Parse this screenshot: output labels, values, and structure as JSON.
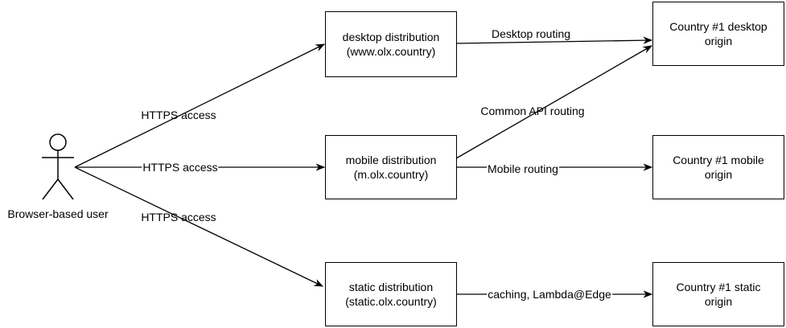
{
  "actor": {
    "label": "Browser-based user"
  },
  "nodes": {
    "desktop": {
      "line1": "desktop distribution",
      "line2": "(www.olx.country)"
    },
    "mobile": {
      "line1": "mobile distribution",
      "line2": "(m.olx.country)"
    },
    "static": {
      "line1": "static distribution",
      "line2": "(static.olx.country)"
    },
    "desktop_origin": {
      "line1": "Country #1 desktop",
      "line2": "origin"
    },
    "mobile_origin": {
      "line1": "Country #1 mobile",
      "line2": "origin"
    },
    "static_origin": {
      "line1": "Country #1 static",
      "line2": "origin"
    }
  },
  "edges": {
    "user_to_desktop": "HTTPS access",
    "user_to_mobile": "HTTPS access",
    "user_to_static": "HTTPS access",
    "desktop_routing": "Desktop routing",
    "common_api_routing": "Common API routing",
    "mobile_routing": "Mobile routing",
    "static_routing": "caching, Lambda@Edge"
  }
}
